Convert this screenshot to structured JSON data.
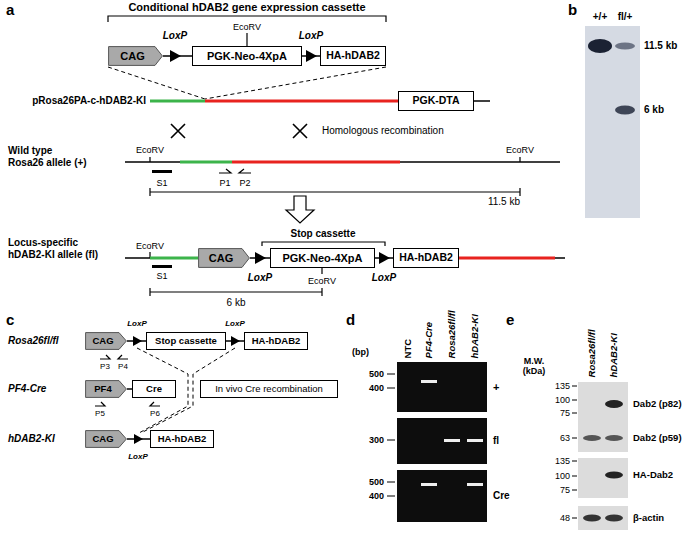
{
  "diagram": {
    "nodes": [
      {
        "text": [
          "CAG"
        ]
      },
      {
        "text": [
          "PGK-Neo-4XpA"
        ]
      },
      {
        "text": [
          "HA-hDAB2"
        ]
      },
      {
        "text": [
          "PGK-DTA"
        ]
      },
      {
        "text": [
          "CAG"
        ]
      },
      {
        "text": [
          "PGK-Neo-4XpA"
        ]
      },
      {
        "text": [
          "HA-hDAB2"
        ]
      },
      {
        "text": [
          "CAG"
        ]
      },
      {
        "text": [
          "Stop cassette"
        ]
      },
      {
        "text": [
          "HA-hDAB2"
        ]
      },
      {
        "text": [
          "PF4"
        ]
      },
      {
        "text": [
          "Cre"
        ]
      },
      {
        "text": [
          "In vivo Cre recombination"
        ]
      },
      {
        "text": [
          "CAG"
        ]
      },
      {
        "text": [
          "HA-hDAB2"
        ]
      }
    ],
    "edges": [
      {
        "from": 0,
        "to": 1,
        "arrow": "none"
      },
      {
        "from": 1,
        "to": 2,
        "arrow": "none"
      },
      {
        "from": 4,
        "to": 5,
        "arrow": "none"
      },
      {
        "from": 5,
        "to": 6,
        "arrow": "none"
      },
      {
        "from": 7,
        "to": 8,
        "arrow": "none"
      },
      {
        "from": 8,
        "to": 9,
        "arrow": "none"
      },
      {
        "from": 10,
        "to": 11,
        "arrow": "none"
      },
      {
        "from": 13,
        "to": 14,
        "arrow": "none"
      }
    ],
    "labels": [
      "a",
      "Conditional hDAB2 gene expression cassette",
      "LoxP",
      "EcoRV",
      "LoxP",
      "pRosa26PA-c-hDAB2-KI",
      "Homologous recombination",
      "Wild type",
      "Rosa26 allele (+)",
      "EcoRV",
      "EcoRV",
      "S1",
      "P1",
      "P2",
      "11.5 kb",
      "Locus-specific",
      "hDAB2-KI allele (fl)",
      "EcoRV",
      "Stop cassette",
      "LoxP",
      "EcoRV",
      "LoxP",
      "6 kb",
      "S1",
      "b",
      "+/+",
      "fl/+",
      "11.5 kb",
      "6 kb",
      "c",
      "Rosa26fl/fl",
      "LoxP",
      "LoxP",
      "P3",
      "P4",
      "PF4-Cre",
      "P5",
      "P6",
      "hDAB2-KI",
      "LoxP",
      "d",
      "(bp)",
      "NTC",
      "PF4-Cre",
      "Rosa26fl/fl",
      "hDAB2-KI",
      "500",
      "400",
      "+",
      "300",
      "fl",
      "500",
      "400",
      "Cre",
      "e",
      "M.W. (kDa)",
      "Rosa26fl/fl",
      "hDAB2-KI",
      "135",
      "100",
      "75",
      "63",
      "Dab2 (p82)",
      "Dab2 (p59)",
      "135",
      "100",
      "75",
      "HA-Dab2",
      "48",
      "β-actin"
    ]
  }
}
